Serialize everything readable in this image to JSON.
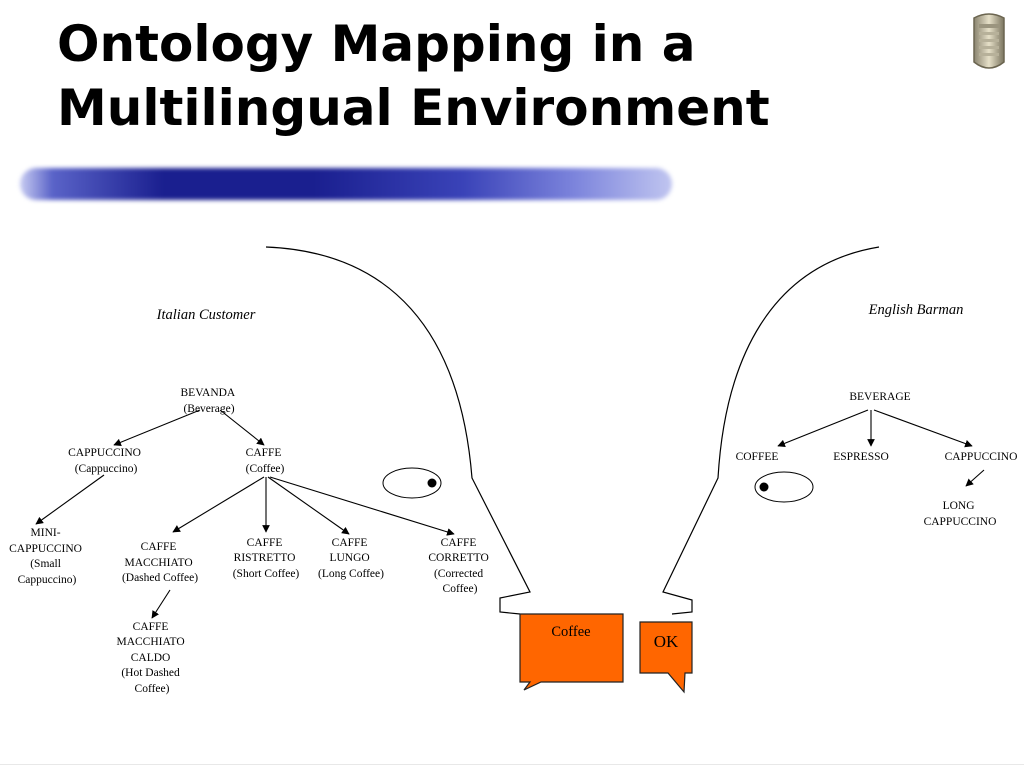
{
  "slide": {
    "title_line1": "Ontology Mapping in a",
    "title_line2": "Multilingual Environment"
  },
  "left": {
    "caption": "Italian Customer",
    "nodes": {
      "bevanda": [
        "BEVANDA",
        "(Beverage)"
      ],
      "cappuccino": [
        "CAPPUCCINO",
        "(Cappuccino)"
      ],
      "caffe": [
        "CAFFE",
        "(Coffee)"
      ],
      "mini_cappuccino": [
        "MINI-",
        "CAPPUCCINO",
        "(Small",
        "Cappuccino)"
      ],
      "caffe_macchiato": [
        "CAFFE",
        "MACCHIATO",
        "(Dashed Coffee)"
      ],
      "caffe_ristretto": [
        "CAFFE",
        "RISTRETTO",
        "(Short Coffee)"
      ],
      "caffe_lungo": [
        "CAFFE",
        "LUNGO",
        "(Long Coffee)"
      ],
      "caffe_corretto": [
        "CAFFE",
        "CORRETTO",
        "(Corrected",
        "Coffee)"
      ],
      "caffe_macchiato_caldo": [
        "CAFFE",
        "MACCHIATO",
        "CALDO",
        "(Hot Dashed",
        "Coffee)"
      ]
    },
    "speech": "Coffee"
  },
  "right": {
    "caption": "English Barman",
    "nodes": {
      "beverage": [
        "BEVERAGE"
      ],
      "coffee": [
        "COFFEE"
      ],
      "espresso": [
        "ESPRESSO"
      ],
      "cappuccino": [
        "CAPPUCCINO"
      ],
      "long_cappuccino": [
        "LONG",
        "CAPPUCCINO"
      ]
    },
    "speech": "OK"
  },
  "colors": {
    "bubble_fill": "#ff6600",
    "bar_dark": "#1a1f8f",
    "bar_light": "#c0c5f0"
  },
  "icons": {
    "logo": "building-crest-icon"
  }
}
